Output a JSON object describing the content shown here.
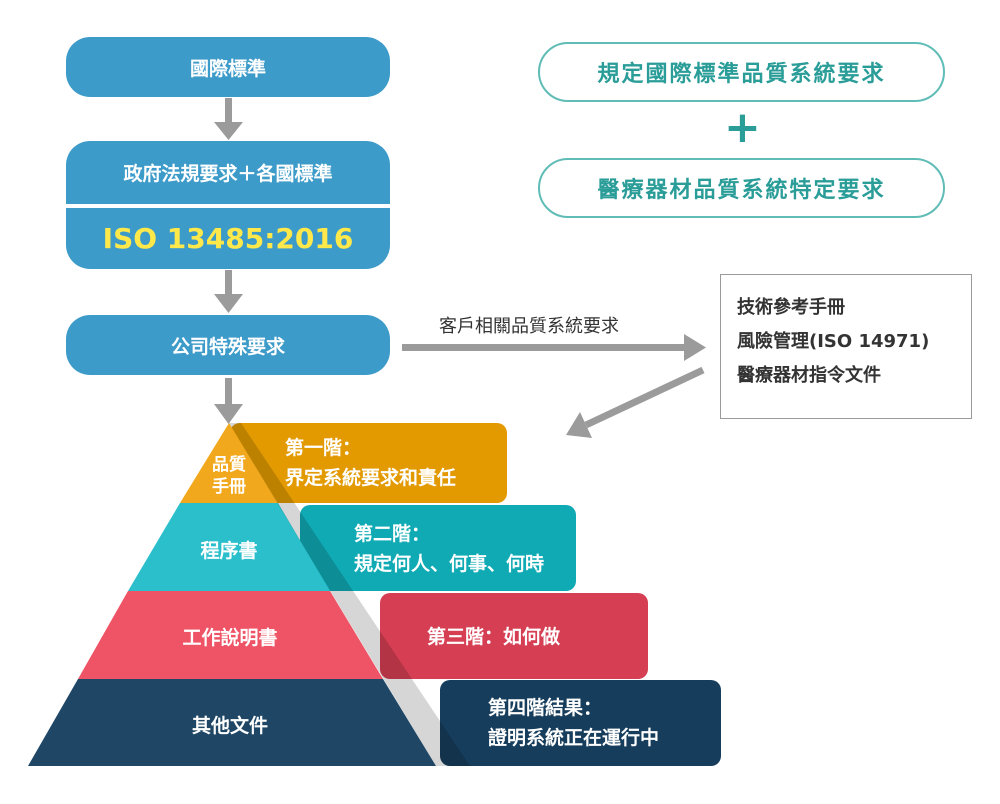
{
  "flow": {
    "step1": "國際標準",
    "step2_top": "政府法規要求＋各國標準",
    "step2_bottom": "ISO 13485:2016",
    "step3": "公司特殊要求"
  },
  "requirements": {
    "top": "規定國際標準品質系統要求",
    "plus": "+",
    "bottom": "醫療器材品質系統特定要求"
  },
  "arrow_caption": "客戶相關品質系統要求",
  "reference_docs": [
    "技術參考手冊",
    "風險管理(ISO 14971)",
    "醫療器材指令文件"
  ],
  "pyramid": {
    "tier1_line1": "品質",
    "tier1_line2": "手冊",
    "tier2": "程序書",
    "tier3": "工作說明書",
    "tier4": "其他文件"
  },
  "steps": {
    "step1_title": "第一階：",
    "step1_desc": "界定系統要求和責任",
    "step2_title": "第二階：",
    "step2_desc": "規定何人、何事、何時",
    "step3_title": "第三階：如何做",
    "step4_title": "第四階結果：",
    "step4_desc": "證明系統正在運行中"
  },
  "colors": {
    "flow_blue": "#3d9bc9",
    "tier1": "#f2a81d",
    "band1": "#e29a00",
    "tier2": "#2bbfcc",
    "band2": "#10aab4",
    "tier3": "#ee5466",
    "band3": "#d63f53",
    "tier4": "#1f4665",
    "band4": "#173d5c"
  }
}
